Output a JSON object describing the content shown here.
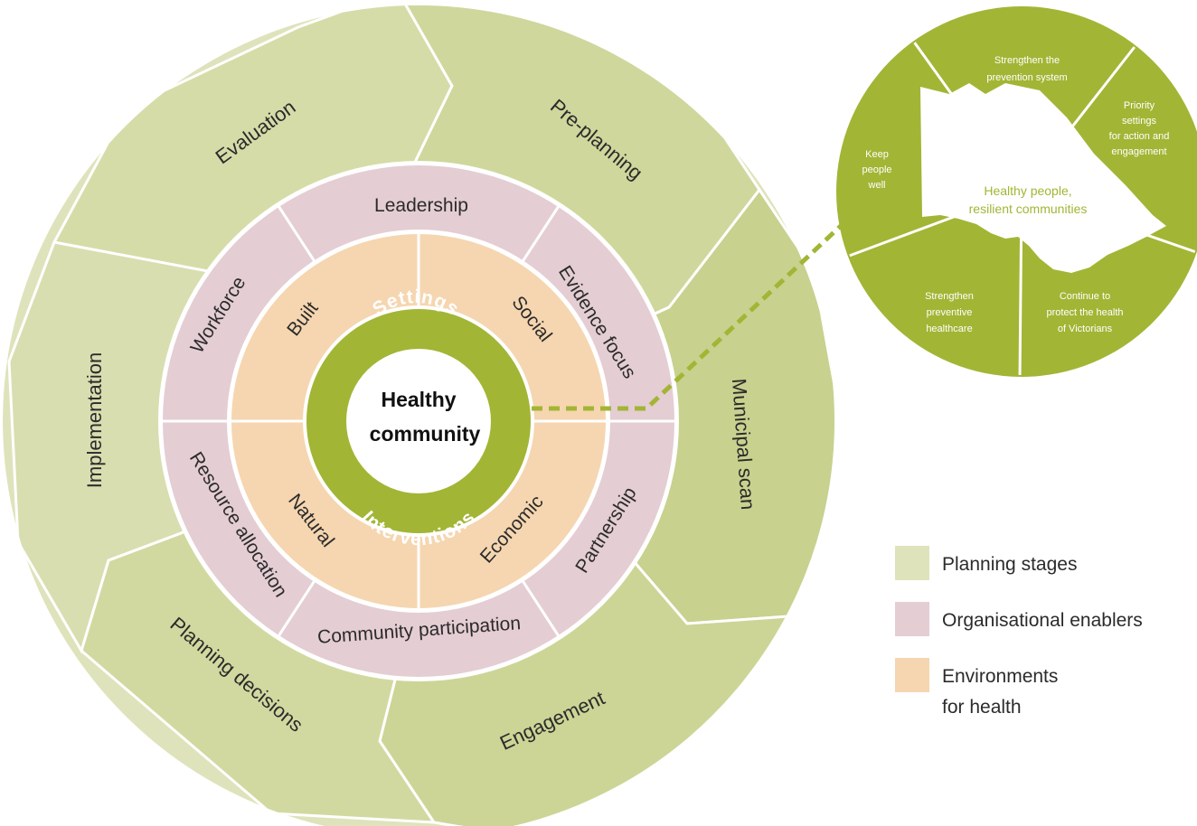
{
  "center": {
    "line1": "Healthy",
    "line2": "community"
  },
  "ring_labels": {
    "settings": "Settings",
    "interventions": "Interventions"
  },
  "planning_stages": {
    "evaluation": "Evaluation",
    "pre_planning": "Pre-planning",
    "municipal_scan": "Municipal scan",
    "engagement": "Engagement",
    "planning_decisions": "Planning decisions",
    "implementation": "Implementation"
  },
  "enablers": {
    "leadership": "Leadership",
    "evidence_focus": "Evidence focus",
    "partnership": "Partnership",
    "community_participation": "Community participation",
    "resource_allocation": "Resource allocation",
    "workforce": "Workforce"
  },
  "environments": {
    "built": "Built",
    "social": "Social",
    "natural": "Natural",
    "economic": "Economic"
  },
  "mini_circle": {
    "center_line1": "Healthy people,",
    "center_line2": "resilient communities",
    "top_line1": "Strengthen the",
    "top_line2": "prevention system",
    "right_line1": "Priority",
    "right_line2": "settings",
    "right_line3": "for action and",
    "right_line4": "engagement",
    "left_line1": "Keep",
    "left_line2": "people",
    "left_line3": "well",
    "bottom_left_line1": "Strengthen",
    "bottom_left_line2": "preventive",
    "bottom_left_line3": "healthcare",
    "bottom_right_line1": "Continue to",
    "bottom_right_line2": "protect the health",
    "bottom_right_line3": "of Victorians"
  },
  "legend": {
    "planning_stages": "Planning stages",
    "organisational_enablers": "Organisational enablers",
    "environments_line1": "Environments",
    "environments_line2": "for health"
  },
  "colors": {
    "stage_light": "#dfe3bb",
    "stage_dark": "#ccd596",
    "enabler": "#e4cdd3",
    "environment": "#f5d6b0",
    "green": "#a3b535",
    "white": "#ffffff"
  }
}
